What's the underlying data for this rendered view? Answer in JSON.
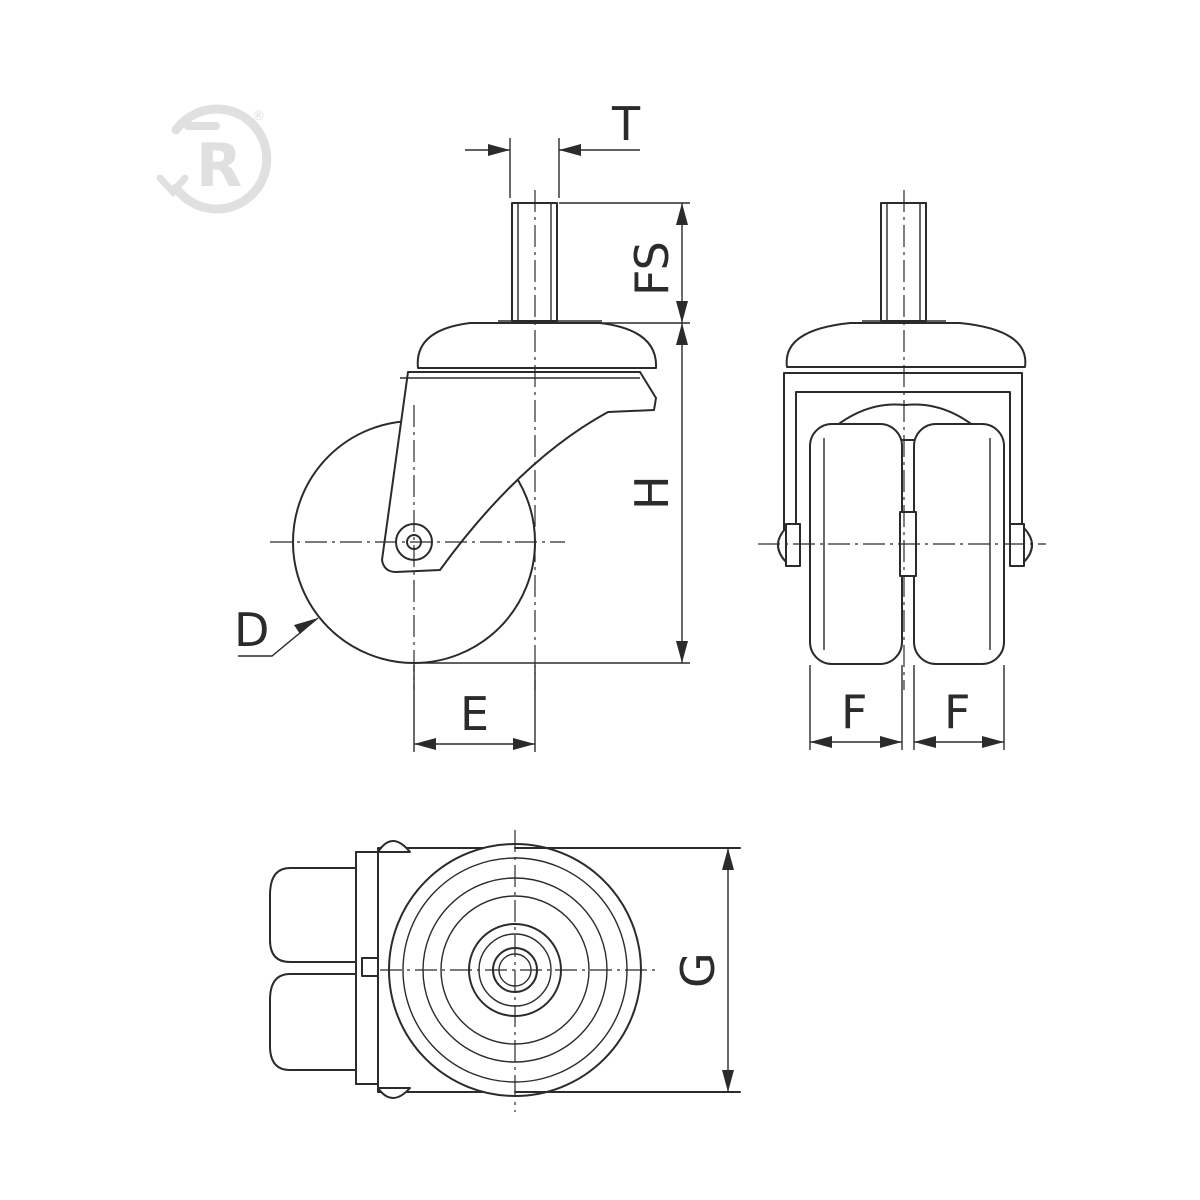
{
  "logo": {
    "letter": "R",
    "registered": "®"
  },
  "dimensions": {
    "T": "T",
    "FS": "FS",
    "H": "H",
    "D": "D",
    "E": "E",
    "F1": "F",
    "F2": "F",
    "G": "G"
  },
  "colors": {
    "line": "#2b2b2b",
    "logo": "#e0e0e0",
    "background": "#ffffff"
  }
}
